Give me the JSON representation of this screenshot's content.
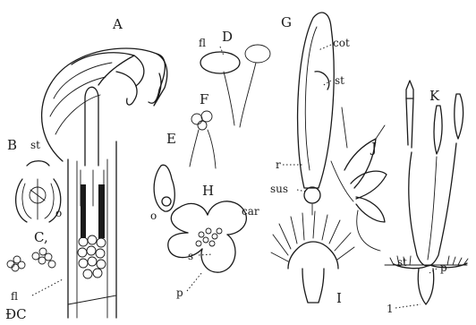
{
  "labels": {
    "A": "A",
    "B": "B",
    "st_b": "st",
    "o_b": "o",
    "C": "C,",
    "fl_a": "fl",
    "signature": "ÐC",
    "D": "D",
    "fl_d": "fl",
    "E": "E",
    "F": "F",
    "o_e": "o",
    "H": "H",
    "s": "s",
    "p_h": "p",
    "G": "G",
    "cot": "cot",
    "st_g": "st",
    "r": "r",
    "sus": "sus",
    "car": "car",
    "I": "I",
    "J": "J",
    "K": "K",
    "st_k": "st",
    "p_k": "p",
    "one": "1"
  }
}
